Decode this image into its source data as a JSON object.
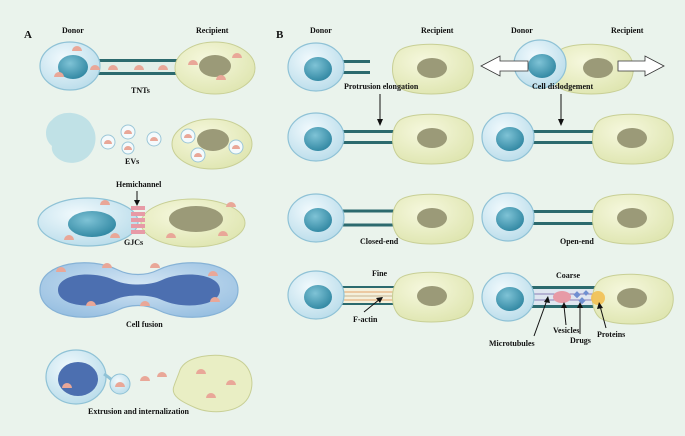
{
  "panels": {
    "a": "A",
    "b": "B"
  },
  "panel_a": {
    "donor": "Donor",
    "recipient": "Recipient",
    "tnts": "TNTs",
    "evs": "EVs",
    "hemichannel": "Hemichannel",
    "gjcs": "GJCs",
    "cell_fusion": "Cell fusion",
    "extrusion": "Extrusion and internalization"
  },
  "panel_b": {
    "donor_1": "Donor",
    "recipient_1": "Recipient",
    "donor_2": "Donor",
    "recipient_2": "Recipient",
    "protrusion_elongation": "Protrusion elongation",
    "cell_dislodgement": "Cell dislodgement",
    "closed_end": "Closed-end",
    "open_end": "Open-end",
    "fine": "Fine",
    "f_actin": "F-actin",
    "coarse": "Coarse",
    "microtubules": "Microtubules",
    "vesicles": "Vesicles",
    "drugs": "Drugs",
    "proteins": "Proteins"
  },
  "colors": {
    "background": "#eaf3ec",
    "donor_cell": "#d8ecf4",
    "donor_nucleus": "#4a9fb8",
    "recipient_cell": "#e9eec4",
    "recipient_nucleus": "#9b9a78",
    "tunnel": "#2c6a6e",
    "cargo": "#e9a798",
    "fusion_cell": "#b6d3ea",
    "fusion_nucleus": "#4c6fb0",
    "gjc_pink": "#e79aa6",
    "protein_yellow": "#f2c053"
  }
}
